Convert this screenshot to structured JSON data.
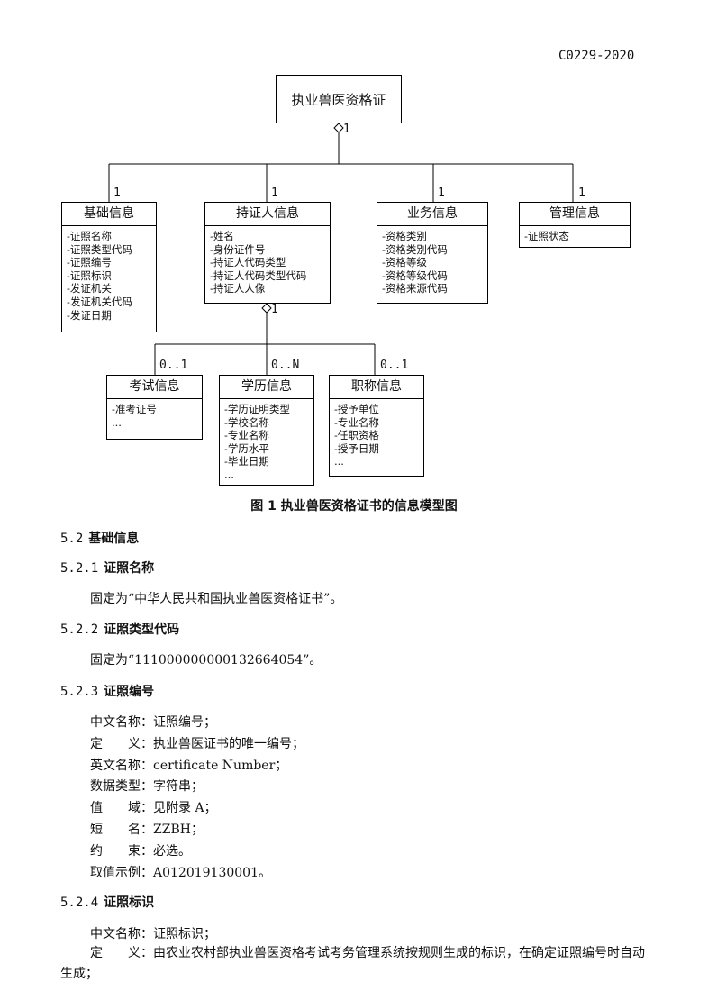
{
  "doc_number": "C0229-2020",
  "diagram": {
    "root": "执业兽医资格证",
    "root_multiplicity": "1",
    "classes": [
      {
        "title": "基础信息",
        "multiplicity": "1",
        "fields": [
          "-证照名称",
          "-证照类型代码",
          "-证照编号",
          "-证照标识",
          "-发证机关",
          "-发证机关代码",
          "-发证日期"
        ]
      },
      {
        "title": "持证人信息",
        "multiplicity": "1",
        "fields": [
          "-姓名",
          "-身份证件号",
          "-持证人代码类型",
          "-持证人代码类型代码",
          "-持证人人像"
        ]
      },
      {
        "title": "业务信息",
        "multiplicity": "1",
        "fields": [
          "-资格类别",
          "-资格类别代码",
          "-资格等级",
          "-资格等级代码",
          "-资格来源代码"
        ]
      },
      {
        "title": "管理信息",
        "multiplicity": "1",
        "fields": [
          "-证照状态"
        ]
      }
    ],
    "holder_multiplicity": "1",
    "sub_classes": [
      {
        "title": "考试信息",
        "multiplicity": "0..1",
        "fields": [
          "-准考证号",
          "..."
        ]
      },
      {
        "title": "学历信息",
        "multiplicity": "0..N",
        "fields": [
          "-学历证明类型",
          "-学校名称",
          "-专业名称",
          "-学历水平",
          "-毕业日期",
          "..."
        ]
      },
      {
        "title": "职称信息",
        "multiplicity": "0..1",
        "fields": [
          "-授予单位",
          "-专业名称",
          "-任职资格",
          "-授予日期",
          "..."
        ]
      }
    ]
  },
  "caption": "图 1 执业兽医资格证书的信息模型图",
  "sections": {
    "s52": {
      "num": "5.2",
      "title": "基础信息"
    },
    "s521": {
      "num": "5.2.1",
      "title": "证照名称",
      "text": "固定为“中华人民共和国执业兽医资格证书”。"
    },
    "s522": {
      "num": "5.2.2",
      "title": "证照类型代码",
      "text": "固定为“11100000000013266405​4”。"
    },
    "s523": {
      "num": "5.2.3",
      "title": "证照编号",
      "lines": [
        "中文名称：证照编号；",
        "定　　义：执业兽医证书的唯一编号；",
        "英文名称：certificate Number；",
        "数据类型：字符串；",
        "值　　域：见附录 A；",
        "短　　名：ZZBH；",
        "约　　束：必选。",
        "取值示例：A012019130001。"
      ]
    },
    "s524": {
      "num": "5.2.4",
      "title": "证照标识",
      "line1": "中文名称：证照标识；",
      "def": "定　　义：由农业农村部执业兽医资格考试考务管理系统按规则生成的标识，在确定证照编号时自动生成；"
    }
  }
}
